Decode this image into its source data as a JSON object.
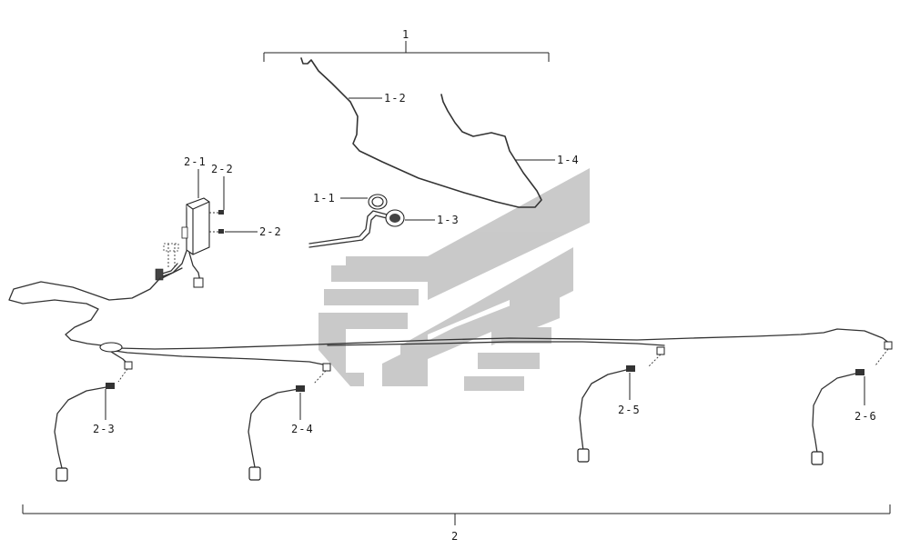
{
  "labels": {
    "group1": "1",
    "p1_1": "1-1",
    "p1_2": "1-2",
    "p1_3": "1-3",
    "p1_4": "1-4",
    "p2_1": "2-1",
    "p2_2a": "2-2",
    "p2_2b": "2-2",
    "p2_3": "2-3",
    "p2_4": "2-4",
    "p2_5": "2-5",
    "p2_6": "2-6",
    "group2": "2"
  },
  "colors": {
    "line": "#333333",
    "watermark": "#b8b8b8"
  },
  "watermark_icon": "brand-logo-watermark"
}
